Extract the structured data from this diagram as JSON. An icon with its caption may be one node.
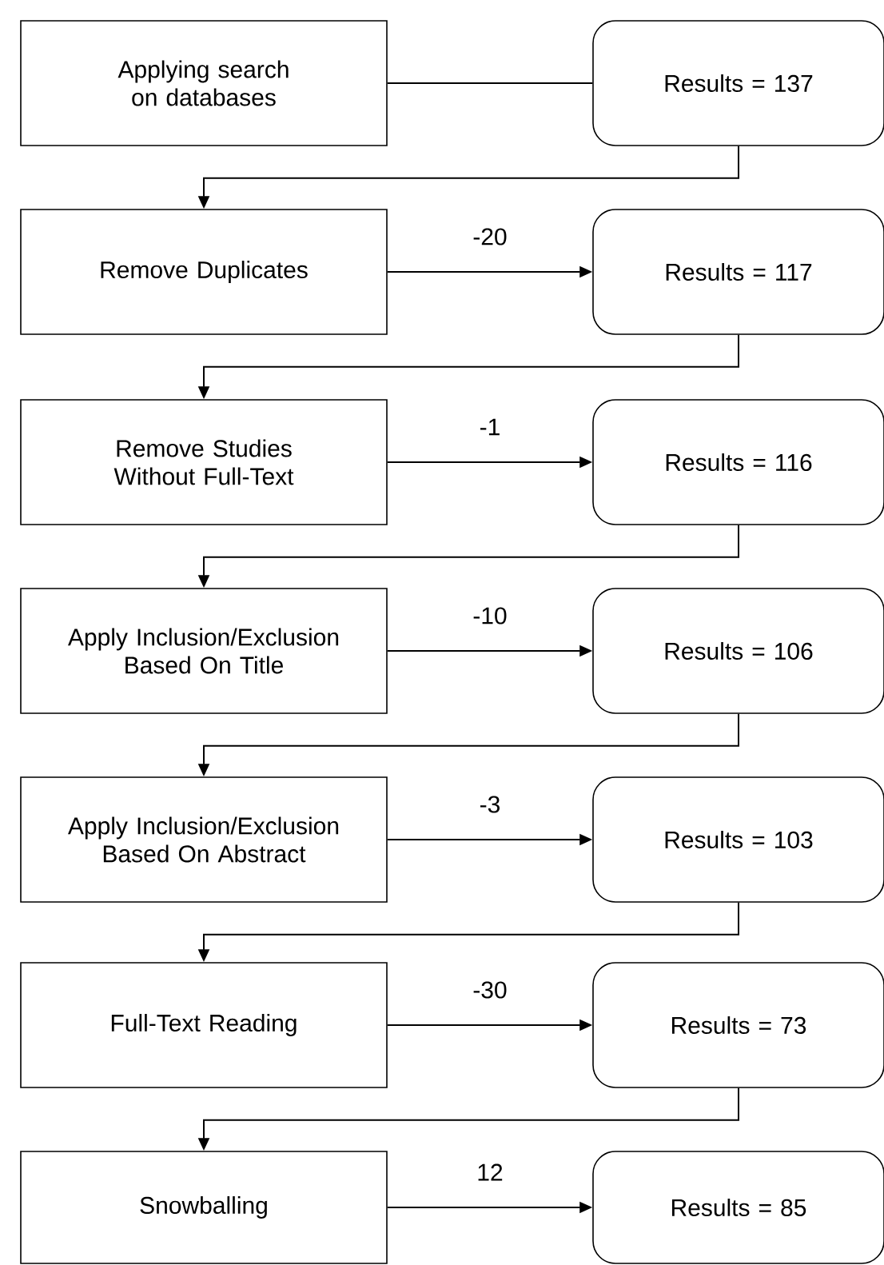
{
  "diagram": {
    "nodes": [
      {
        "text": [
          "Applying search on databases"
        ]
      },
      {
        "text": [
          "Results = 137"
        ]
      },
      {
        "text": [
          "Remove Duplicates"
        ]
      },
      {
        "text": [
          "Results = 117"
        ]
      },
      {
        "text": [
          "Remove Studies Without Full-Text"
        ]
      },
      {
        "text": [
          "Results = 116"
        ]
      },
      {
        "text": [
          "Apply Inclusion/Exclusion Based On Title"
        ]
      },
      {
        "text": [
          "Results = 106"
        ]
      },
      {
        "text": [
          "Apply Inclusion/Exclusion Based On Abstract"
        ]
      },
      {
        "text": [
          "Results = 103"
        ]
      },
      {
        "text": [
          "Full-Text Reading"
        ]
      },
      {
        "text": [
          "Results = 73"
        ]
      },
      {
        "text": [
          "Snowballing"
        ]
      },
      {
        "text": [
          "Results = 85"
        ]
      }
    ],
    "edges": [
      {
        "from": 0,
        "to": 1,
        "arrow": "none"
      },
      {
        "from": 1,
        "to": 2,
        "arrow": "to"
      },
      {
        "from": 2,
        "to": 3,
        "arrow": "to",
        "label": "-20"
      },
      {
        "from": 3,
        "to": 4,
        "arrow": "to"
      },
      {
        "from": 4,
        "to": 5,
        "arrow": "to",
        "label": "-1"
      },
      {
        "from": 5,
        "to": 6,
        "arrow": "to"
      },
      {
        "from": 6,
        "to": 7,
        "arrow": "to",
        "label": "-10"
      },
      {
        "from": 7,
        "to": 8,
        "arrow": "to"
      },
      {
        "from": 8,
        "to": 9,
        "arrow": "to",
        "label": "-3"
      },
      {
        "from": 9,
        "to": 10,
        "arrow": "to"
      },
      {
        "from": 10,
        "to": 11,
        "arrow": "to",
        "label": "-30"
      },
      {
        "from": 11,
        "to": 12,
        "arrow": "to"
      },
      {
        "from": 12,
        "to": 13,
        "arrow": "to",
        "label": "12"
      }
    ]
  }
}
